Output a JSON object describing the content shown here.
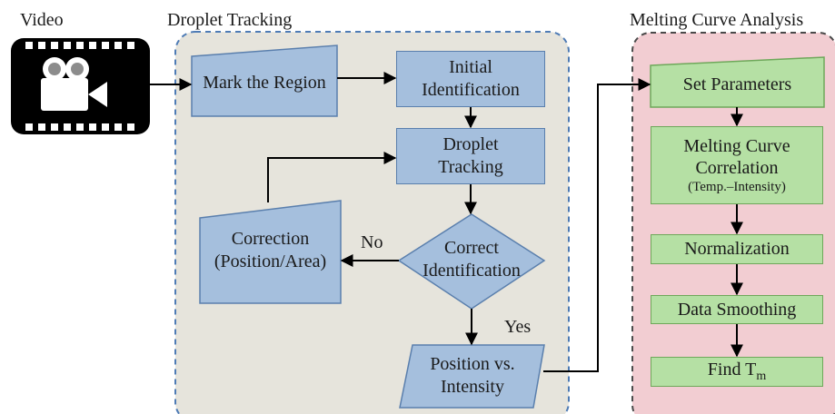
{
  "sections": {
    "video": "Video",
    "tracking": "Droplet Tracking",
    "melting": "Melting Curve Analysis"
  },
  "tracking": {
    "mark_region": "Mark the Region",
    "initial_id": [
      "Initial",
      "Identification"
    ],
    "droplet_tracking": [
      "Droplet",
      "Tracking"
    ],
    "correct_id": [
      "Correct",
      "Identification"
    ],
    "correction": [
      "Correction",
      "(Position/Area)"
    ],
    "position_intensity": [
      "Position vs.",
      "Intensity"
    ],
    "no_label": "No",
    "yes_label": "Yes"
  },
  "melting": {
    "set_params": "Set Parameters",
    "correlation": [
      "Melting Curve",
      "Correlation"
    ],
    "correlation_sub": "(Temp.–Intensity)",
    "normalization": "Normalization",
    "smoothing": "Data Smoothing",
    "find_tm": "Find T",
    "find_tm_sub": "m"
  },
  "colors": {
    "tracking_panel": "#e6e4dc",
    "tracking_border": "#4e7bb5",
    "melting_panel": "#f2cdd2",
    "melting_border": "#4a4a4a",
    "blue_node": "#a5bfdd",
    "green_node": "#b5e0a4"
  },
  "icons": [
    "video-camera-icon"
  ]
}
